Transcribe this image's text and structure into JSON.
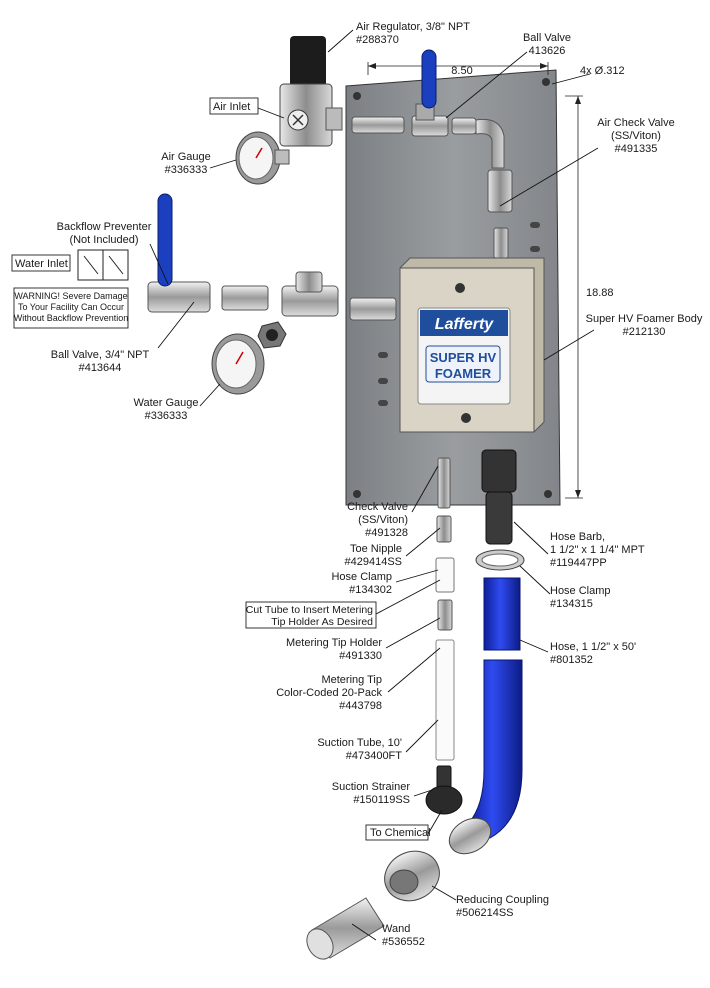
{
  "labels": {
    "air_regulator": [
      "Air Regulator, 3/8\" NPT",
      "#288370"
    ],
    "ball_valve_top": [
      "Ball Valve",
      "413626"
    ],
    "width_dim": "8.50",
    "holes": "4x Ø.312",
    "air_inlet": "Air Inlet",
    "air_gauge": [
      "Air Gauge",
      "#336333"
    ],
    "air_check_valve": [
      "Air Check Valve",
      "(SS/Viton)",
      "#491335"
    ],
    "backflow_preventer": [
      "Backflow Preventer",
      "(Not Included)"
    ],
    "water_inlet": "Water Inlet",
    "warning": [
      "WARNING! Severe Damage",
      "To Your Facility Can Occur",
      "Without Backflow Prevention"
    ],
    "height_dim": "18.88",
    "foamer_body": [
      "Super HV Foamer Body",
      "#212130"
    ],
    "ball_valve_bottom": [
      "Ball Valve, 3/4\" NPT",
      "#413644"
    ],
    "water_gauge": [
      "Water Gauge",
      "#336333"
    ],
    "check_valve": [
      "Check Valve",
      "(SS/Viton)",
      "#491328"
    ],
    "toe_nipple": [
      "Toe Nipple",
      "#429414SS"
    ],
    "hose_clamp_small": [
      "Hose Clamp",
      "#134302"
    ],
    "cut_tube": [
      "Cut Tube to Insert Metering",
      "Tip Holder As Desired"
    ],
    "metering_tip_holder": [
      "Metering Tip Holder",
      "#491330"
    ],
    "metering_tip": [
      "Metering Tip",
      "Color-Coded 20-Pack",
      "#443798"
    ],
    "suction_tube": [
      "Suction Tube, 10'",
      "#473400FT"
    ],
    "suction_strainer": [
      "Suction Strainer",
      "#150119SS"
    ],
    "to_chemical": "To Chemical",
    "hose_barb": [
      "Hose Barb,",
      "1 1/2\" x 1 1/4\" MPT",
      "#119447PP"
    ],
    "hose_clamp_large": [
      "Hose Clamp",
      "#134315"
    ],
    "hose": [
      "Hose, 1 1/2\" x 50'",
      "#801352"
    ],
    "reducing_coupling": [
      "Reducing Coupling",
      "#506214SS"
    ],
    "wand": [
      "Wand",
      "#536552"
    ]
  },
  "product": {
    "brand": "Lafferty",
    "name_line1": "SUPER HV",
    "name_line2": "FOAMER"
  },
  "colors": {
    "panel": "#8a8d90",
    "body": "#d9d4c6",
    "brand_blue": "#1f4e9c",
    "handle_blue": "#1a3fbf",
    "hose_blue": "#1c36d8"
  }
}
